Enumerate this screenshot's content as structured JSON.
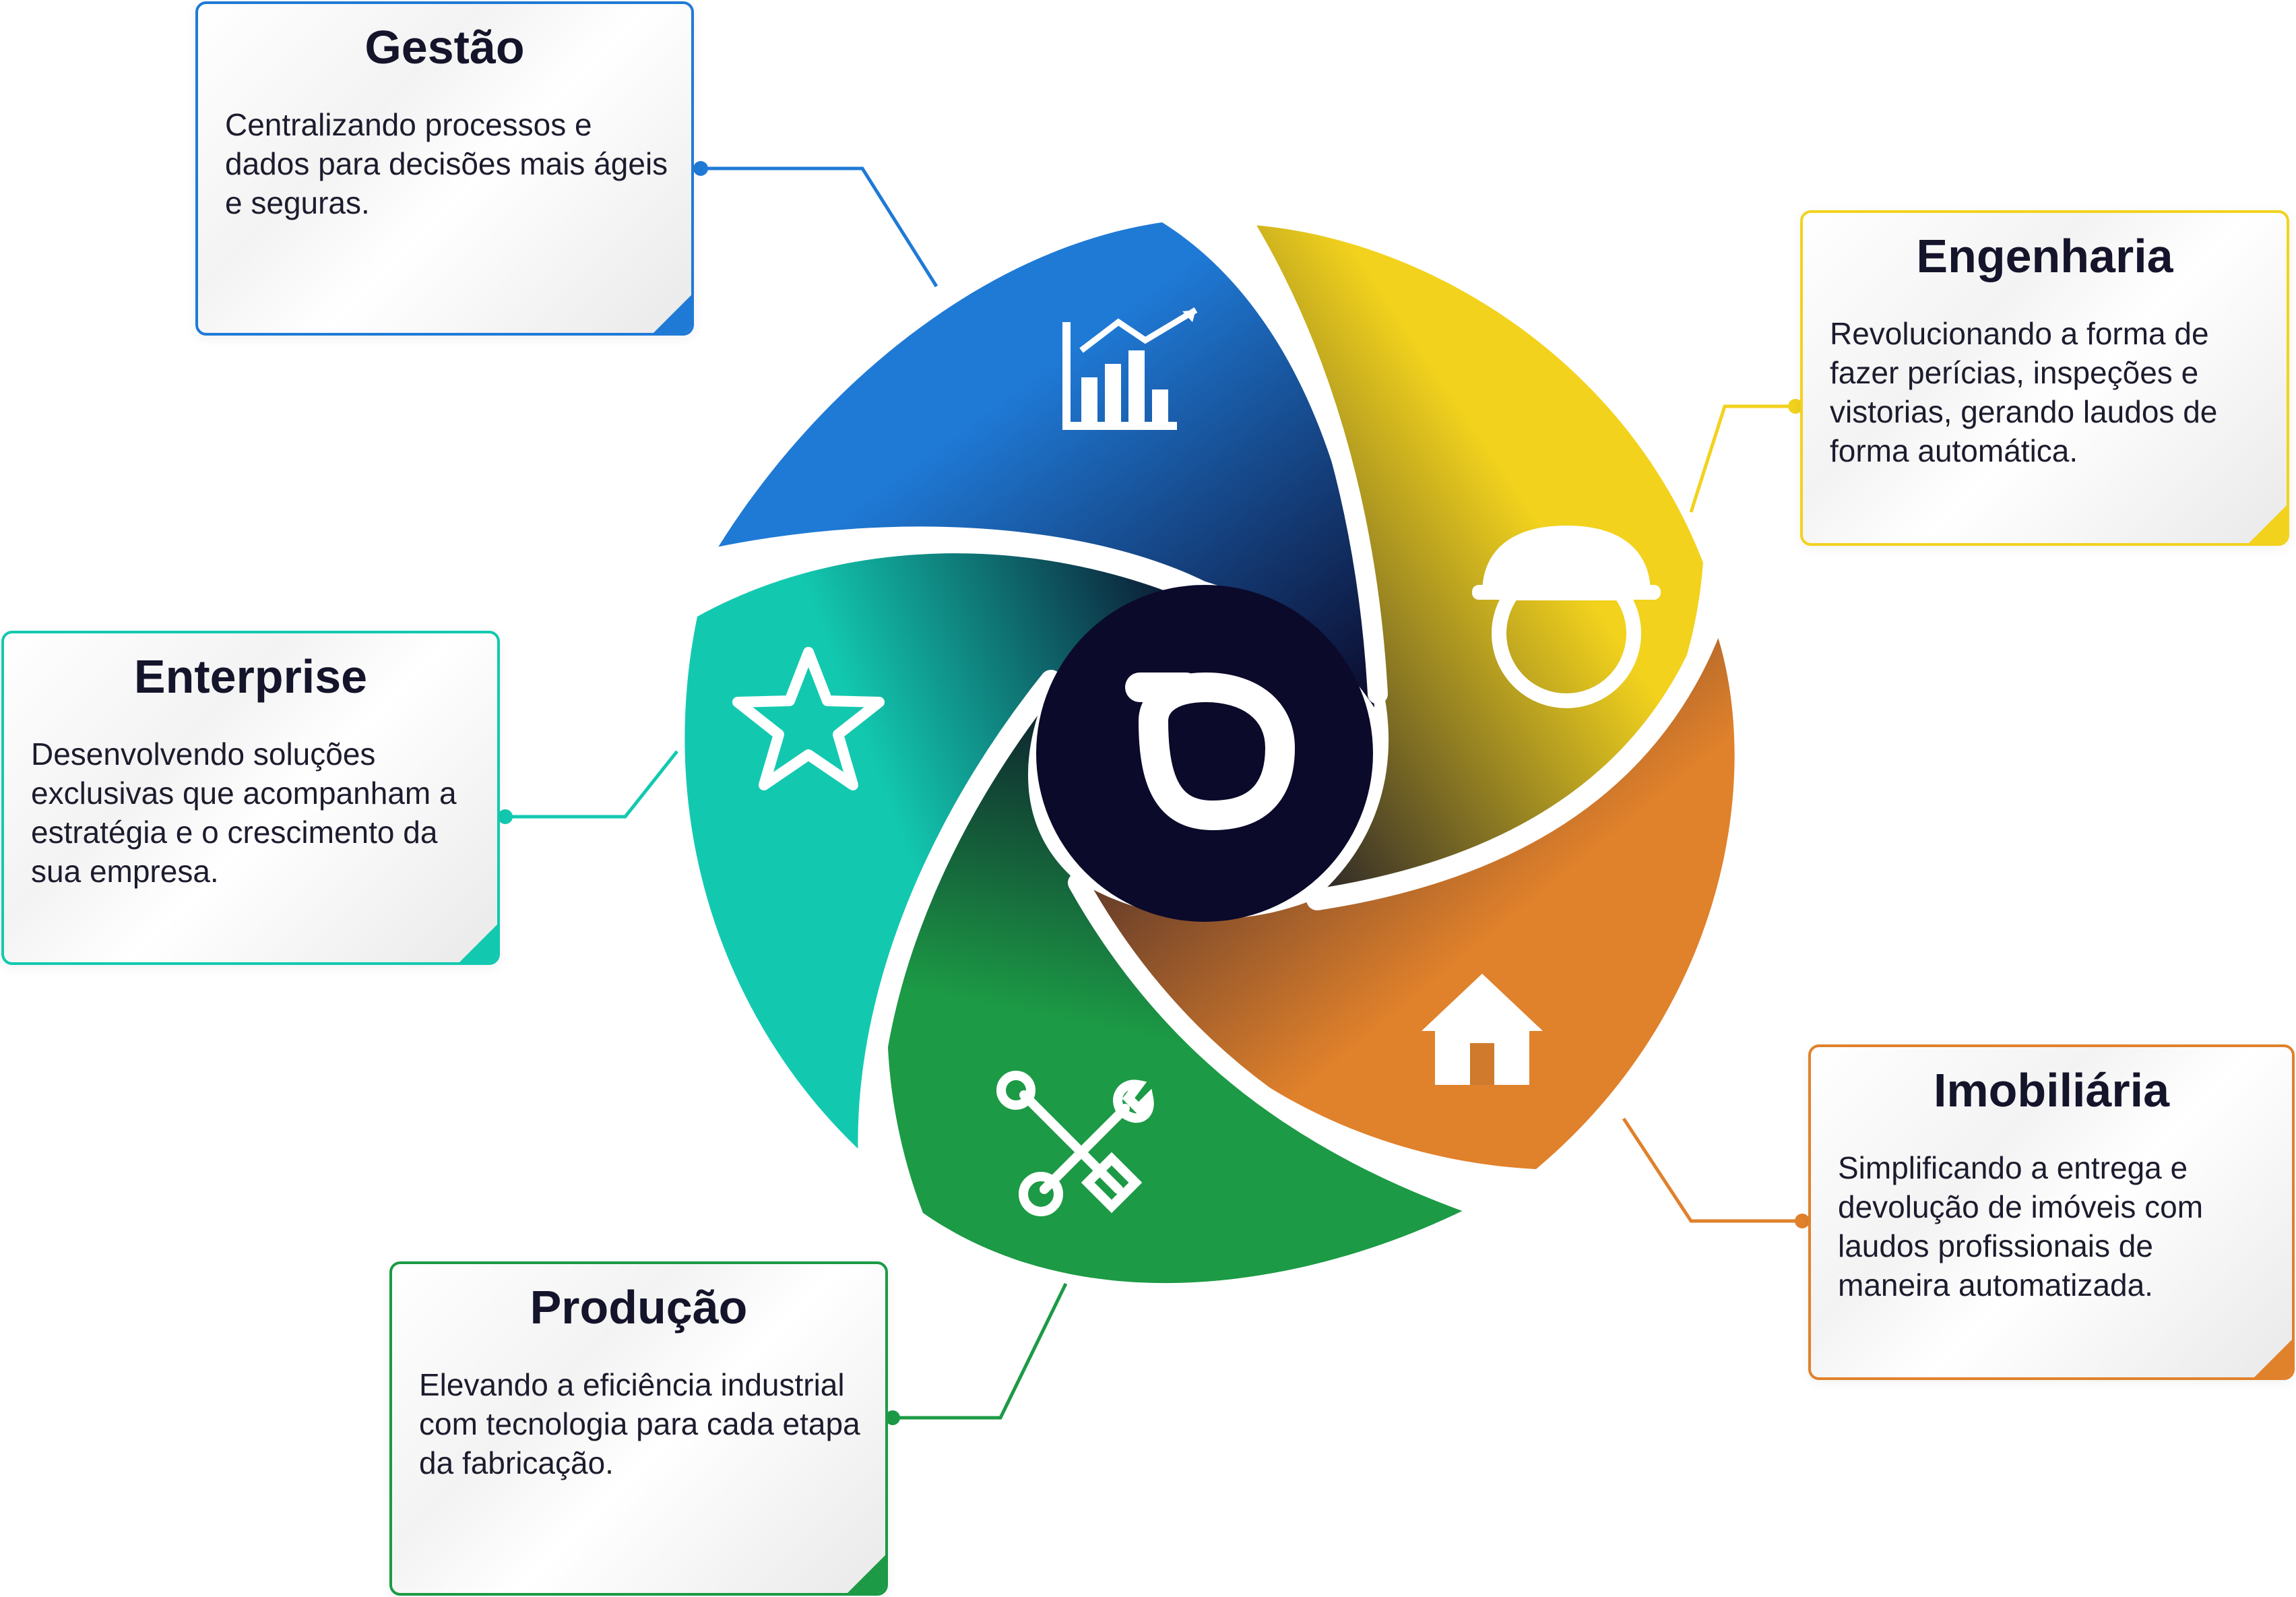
{
  "colors": {
    "gestao": "#1f7ad6",
    "engenharia": "#f2d21d",
    "enterprise": "#12c9b0",
    "imobiliaria": "#e0812b",
    "producao": "#1c9a45",
    "center": "#0b0a2a",
    "text": "#14142b"
  },
  "center_logo": {
    "icon": "d-logo-icon"
  },
  "segments": [
    {
      "key": "gestao",
      "title": "Gestão",
      "description": "Centralizando processos e dados para decisões mais ágeis e seguras.",
      "icon": "chart-growth-icon",
      "color": "#1f7ad6"
    },
    {
      "key": "engenharia",
      "title": "Engenharia",
      "description": "Revolucionando a forma de fazer perícias, inspeções e vistorias, gerando laudos de forma automática.",
      "icon": "hard-hat-icon",
      "color": "#f2d21d"
    },
    {
      "key": "imobiliaria",
      "title": "Imobiliária",
      "description": "Simplificando a entrega e devolução de imóveis com laudos profissionais de maneira automatizada.",
      "icon": "house-icon",
      "color": "#e0812b"
    },
    {
      "key": "producao",
      "title": "Produção",
      "description": "Elevando a eficiência industrial com tecnologia para cada etapa da fabricação.",
      "icon": "tools-icon",
      "color": "#1c9a45"
    },
    {
      "key": "enterprise",
      "title": "Enterprise",
      "description": "Desenvolvendo soluções exclusivas que acompanham a estratégia e o crescimento da sua empresa.",
      "icon": "star-icon",
      "color": "#12c9b0"
    }
  ]
}
